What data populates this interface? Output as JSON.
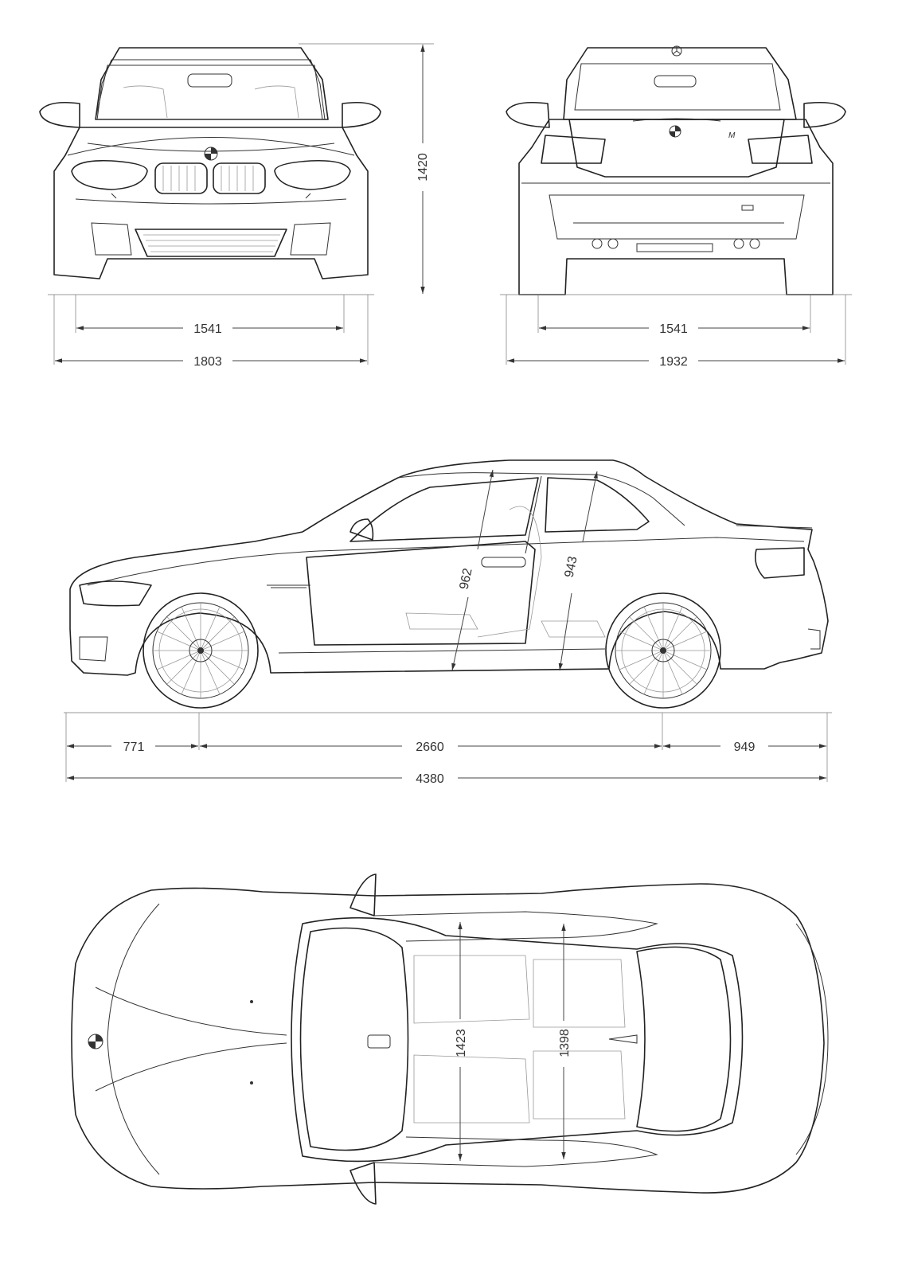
{
  "front_view": {
    "track": "1541",
    "width": "1803",
    "height": "1420"
  },
  "rear_view": {
    "track": "1541",
    "width_with_mirrors": "1932",
    "badge": "M"
  },
  "side_view": {
    "front_overhang": "771",
    "wheelbase": "2660",
    "rear_overhang": "949",
    "length": "4380",
    "front_headroom": "962",
    "rear_headroom": "943"
  },
  "top_view": {
    "front_shoulder": "1423",
    "rear_shoulder": "1398"
  },
  "brand_logo": "bmw-roundel",
  "colors": {
    "line": "#222222",
    "background": "#ffffff"
  }
}
